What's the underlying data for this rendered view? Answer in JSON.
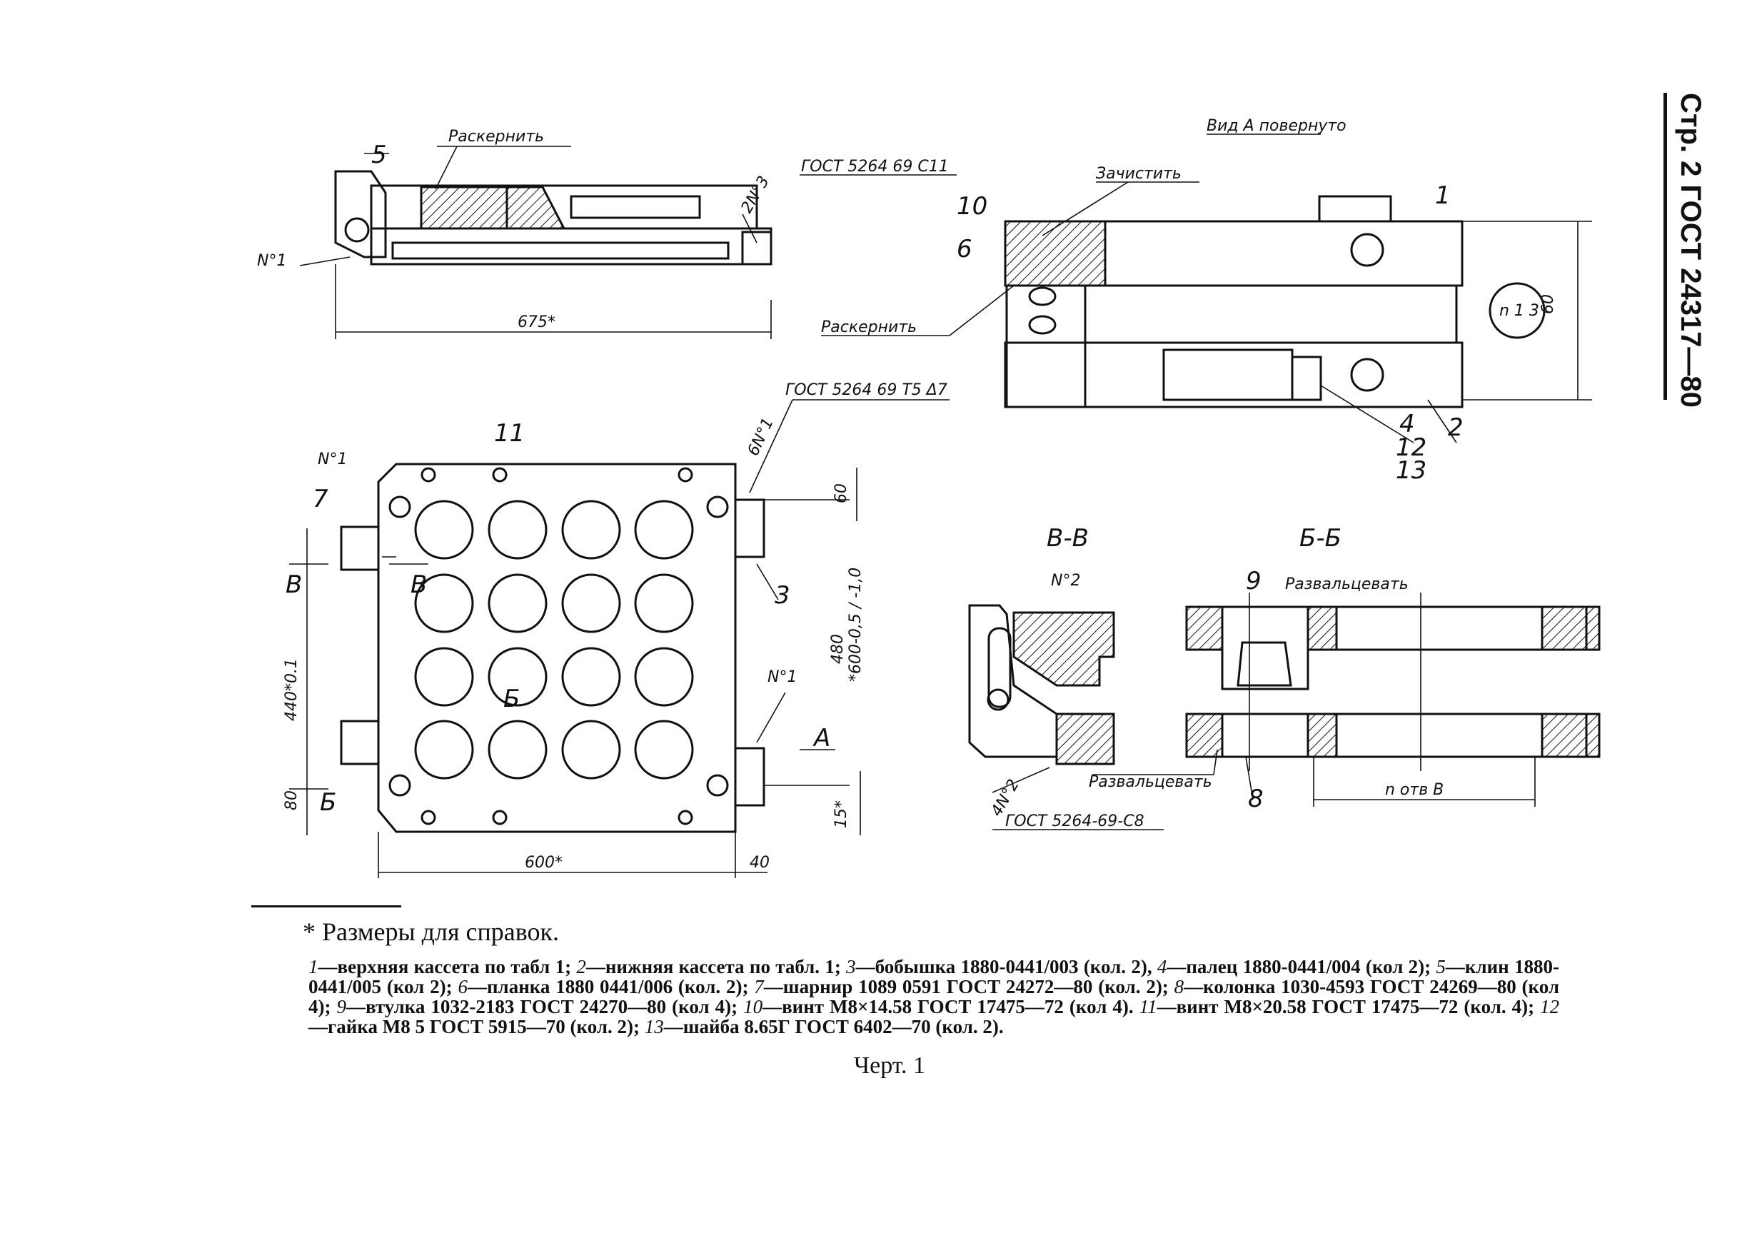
{
  "header": {
    "page_ref": "Стр. 2 ГОСТ 24317—80"
  },
  "top_left_view": {
    "part_5": "5",
    "note_punch": "Раскернить",
    "weld_symbol": "2N°3",
    "weld_standard": "ГОСТ 5264 69 С11",
    "item_n1": "N°1",
    "dim_length": "675*"
  },
  "view_a": {
    "title": "Вид А повернуто",
    "note_clean": "Зачистить",
    "note_punch": "Раскернить",
    "part_10": "10",
    "part_6": "6",
    "part_1": "1",
    "part_2": "2",
    "part_4": "4",
    "part_12": "12",
    "part_13": "13",
    "circle_note": "n 1 3",
    "dim_60": "60"
  },
  "plan_view": {
    "item_n1_top": "N°1",
    "part_11": "11",
    "part_7": "7",
    "part_3": "3",
    "weld_symbol": "6N°1",
    "weld_standard": "ГОСТ 5264 69 Т5 Δ7",
    "item_n1_right": "N°1",
    "section_b_left": "В",
    "section_b_right": "В",
    "section_bb_mark": "Б",
    "section_bb_mark_bottom": "Б",
    "view_arrow": "А",
    "dim_width": "600*",
    "dim_40": "40",
    "dim_60": "60",
    "dim_15": "15*",
    "dim_440": "440*0.1",
    "dim_80": "80",
    "dim_480": "480",
    "dim_600_tol": "*600-0,5 / -1,0"
  },
  "section_vv": {
    "title": "В-В",
    "item_n2": "N°2",
    "weld_symbol": "4N°2",
    "weld_standard": "ГОСТ 5264-69-С8"
  },
  "section_bb": {
    "title": "Б-Б",
    "part_9": "9",
    "part_8": "8",
    "note_flare_top": "Развальцевать",
    "note_flare_bottom": "Развальцевать",
    "dim_n_holes": "n отв В"
  },
  "footnote": "* Размеры для справок.",
  "legend_items": [
    {
      "num": "1",
      "text": "—верхняя кассета по табл 1;"
    },
    {
      "num": "2",
      "text": "—нижняя кассета по табл. 1;"
    },
    {
      "num": "3",
      "text": "—бобышка 1880-0441/003 (кол. 2),"
    },
    {
      "num": "4",
      "text": "—палец 1880-0441/004 (кол 2);"
    },
    {
      "num": "5",
      "text": "—клин 1880-0441/005 (кол 2);"
    },
    {
      "num": "6",
      "text": "—планка 1880 0441/006 (кол. 2);"
    },
    {
      "num": "7",
      "text": "—шарнир 1089 0591 ГОСТ 24272—80 (кол. 2);"
    },
    {
      "num": "8",
      "text": "—колонка 1030-4593 ГОСТ 24269—80 (кол 4);"
    },
    {
      "num": "9",
      "text": "—втулка 1032-2183 ГОСТ 24270—80 (кол 4);"
    },
    {
      "num": "10",
      "text": "—винт M8×14.58 ГОСТ 17475—72 (кол 4)."
    },
    {
      "num": "11",
      "text": "—винт M8×20.58 ГОСТ 17475—72 (кол. 4);"
    },
    {
      "num": "12",
      "text": "—гайка M8 5 ГОСТ 5915—70 (кол. 2);"
    },
    {
      "num": "13",
      "text": "—шайба 8.65Г ГОСТ 6402—70 (кол. 2)."
    }
  ],
  "caption": "Черт. 1"
}
